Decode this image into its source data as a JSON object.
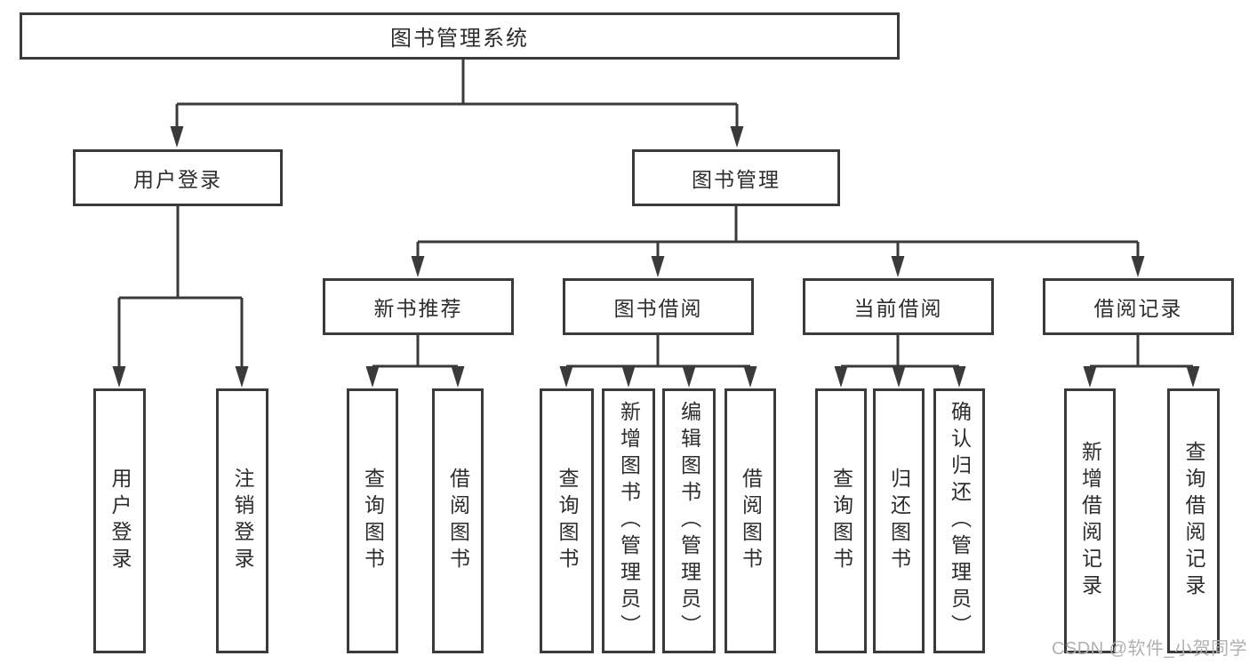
{
  "diagram": {
    "type": "hierarchy-tree",
    "tree": {
      "label": "图书管理系统",
      "children": [
        {
          "label": "用户登录",
          "children": [
            {
              "label": "用户登录"
            },
            {
              "label": "注销登录"
            }
          ]
        },
        {
          "label": "图书管理",
          "children": [
            {
              "label": "新书推荐",
              "children": [
                {
                  "label": "查询图书"
                },
                {
                  "label": "借阅图书"
                }
              ]
            },
            {
              "label": "图书借阅",
              "children": [
                {
                  "label": "查询图书"
                },
                {
                  "label": "新增图书（管理员）"
                },
                {
                  "label": "编辑图书（管理员）"
                },
                {
                  "label": "借阅图书"
                }
              ]
            },
            {
              "label": "当前借阅",
              "children": [
                {
                  "label": "查询图书"
                },
                {
                  "label": "归还图书"
                },
                {
                  "label": "确认归还（管理员）"
                }
              ]
            },
            {
              "label": "借阅记录",
              "children": [
                {
                  "label": "新增借阅记录"
                },
                {
                  "label": "查询借阅记录"
                }
              ]
            }
          ]
        }
      ]
    },
    "colors": {
      "line": "#3a3a3a",
      "text": "#2d2d2d",
      "box_fill": "#ffffff",
      "watermark": "#b0b0b0",
      "background": "#ffffff"
    },
    "watermark": "CSDN @软件_小贺同学"
  }
}
